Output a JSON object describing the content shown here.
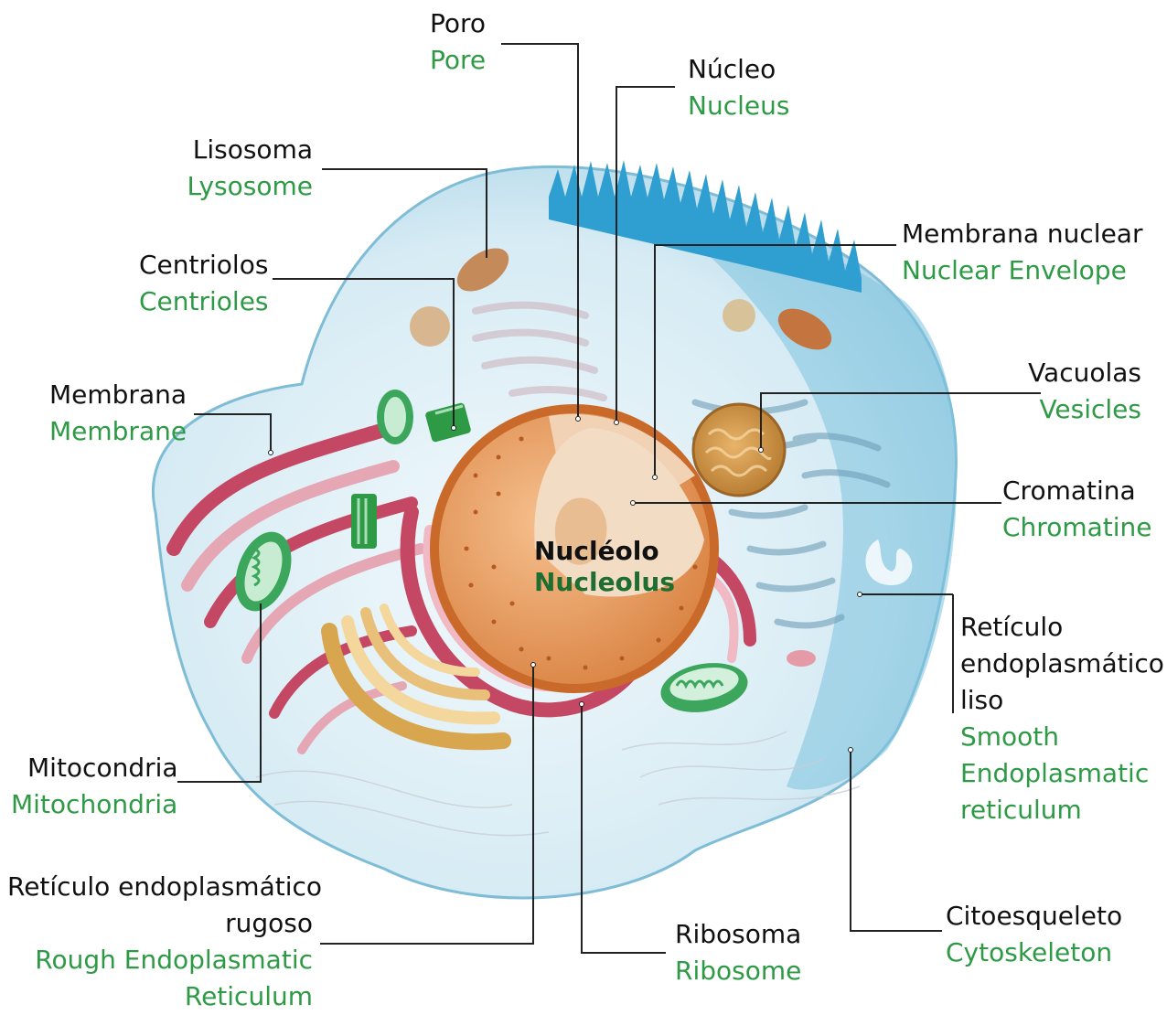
{
  "colors": {
    "spanish_text": "#111111",
    "english_text": "#2e9a45",
    "leader_line": "#222222",
    "cytoplasm": "#cfe6f1",
    "membrane": "#8cc7df",
    "nucleus_surface": "#e79a5b",
    "nucleus_rim": "#c96a2b",
    "rough_er": "#c44863",
    "golgi": "#e8c07a",
    "mitochondria": "#3ba65c"
  },
  "labels": {
    "poro": {
      "es": "Poro",
      "en": "Pore"
    },
    "nucleo": {
      "es": "Núcleo",
      "en": "Nucleus"
    },
    "lisosoma": {
      "es": "Lisosoma",
      "en": "Lysosome"
    },
    "centriolos": {
      "es": "Centriolos",
      "en": "Centrioles"
    },
    "membrana": {
      "es": "Membrana",
      "en": "Membrane"
    },
    "membrana_nuclear": {
      "es": "Membrana nuclear",
      "en": "Nuclear Envelope"
    },
    "vacuolas": {
      "es": "Vacuolas",
      "en": "Vesicles"
    },
    "cromatina": {
      "es": "Cromatina",
      "en": "Chromatine"
    },
    "nucleolo": {
      "es": "Nucléolo",
      "en": "Nucleolus"
    },
    "reticulo_liso": {
      "es_lines": [
        "Retículo",
        "endoplasmático",
        "liso"
      ],
      "en_lines": [
        "Smooth",
        "Endoplasmatic",
        "reticulum"
      ]
    },
    "mitocondria": {
      "es": "Mitocondria",
      "en": "Mitochondria"
    },
    "reticulo_rugoso": {
      "es_lines": [
        "Retículo endoplasmático",
        "rugoso"
      ],
      "en_lines": [
        "Rough Endoplasmatic",
        "Reticulum"
      ]
    },
    "ribosoma": {
      "es": "Ribosoma",
      "en": "Ribosome"
    },
    "citoesqueleto": {
      "es": "Citoesqueleto",
      "en": "Cytoskeleton"
    }
  }
}
